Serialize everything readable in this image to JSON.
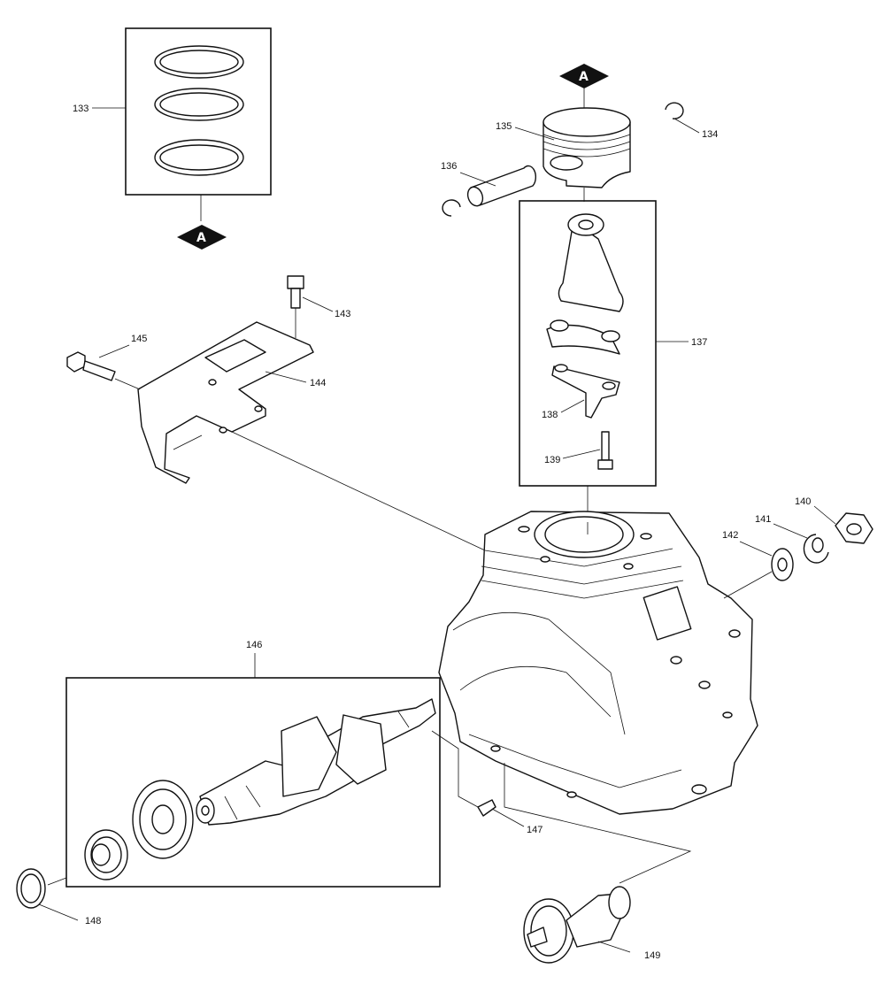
{
  "callouts": [
    {
      "id": "133",
      "text": "133"
    },
    {
      "id": "134",
      "text": "134"
    },
    {
      "id": "135",
      "text": "135"
    },
    {
      "id": "136",
      "text": "136"
    },
    {
      "id": "137",
      "text": "137"
    },
    {
      "id": "138",
      "text": "138"
    },
    {
      "id": "139",
      "text": "139"
    },
    {
      "id": "140",
      "text": "140"
    },
    {
      "id": "141",
      "text": "141"
    },
    {
      "id": "142",
      "text": "142"
    },
    {
      "id": "143",
      "text": "143"
    },
    {
      "id": "144",
      "text": "144"
    },
    {
      "id": "145",
      "text": "145"
    },
    {
      "id": "146",
      "text": "146"
    },
    {
      "id": "147",
      "text": "147"
    },
    {
      "id": "148",
      "text": "148"
    },
    {
      "id": "149",
      "text": "149"
    }
  ],
  "reference_tag": "A"
}
